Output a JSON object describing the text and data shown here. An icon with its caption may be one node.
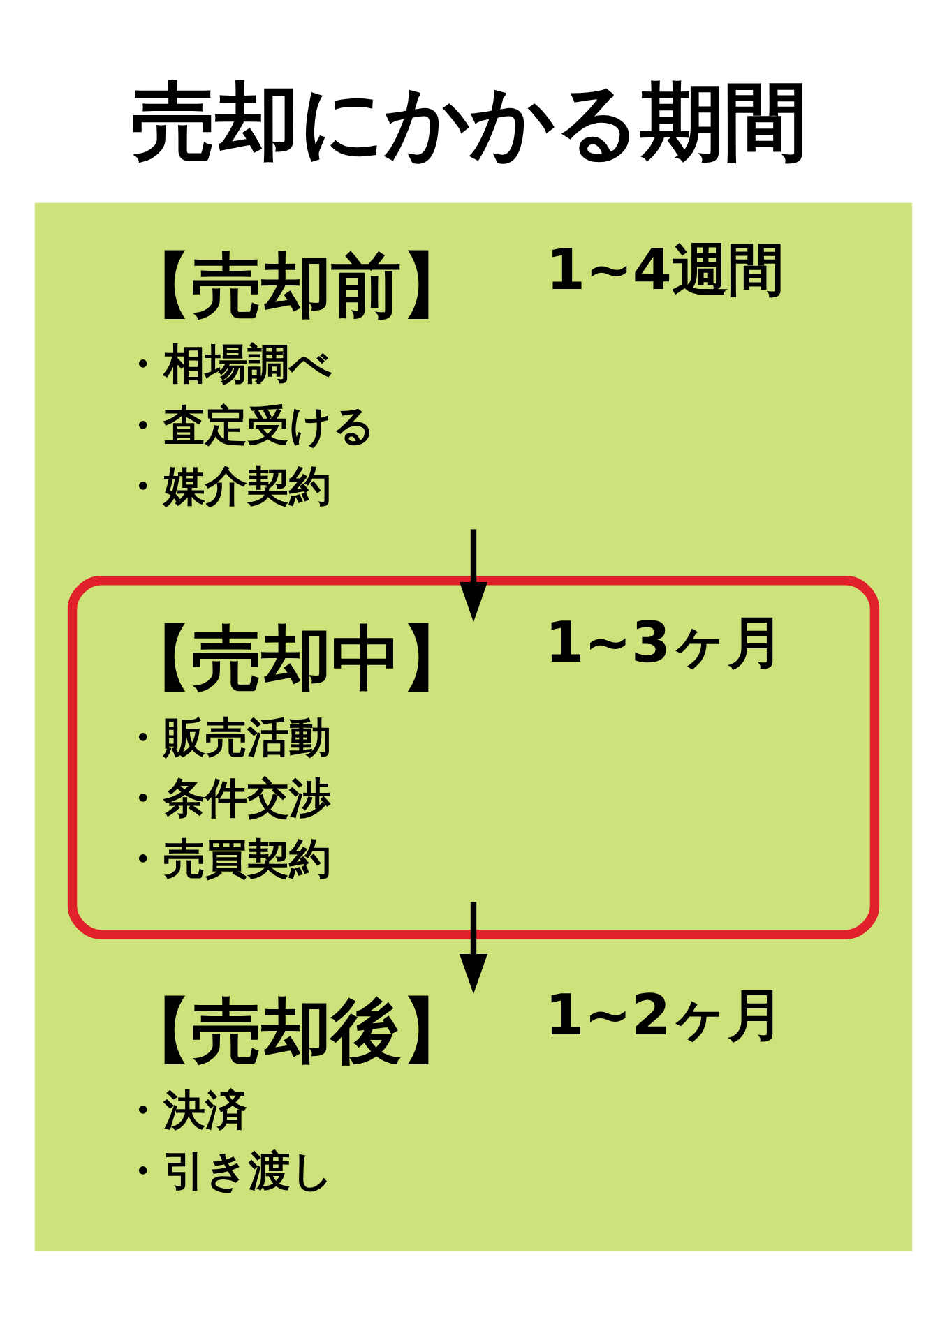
{
  "diagram": {
    "title": "売却にかかる期間",
    "nodes": [
      {
        "text": [],
        "shape": "bar"
      },
      {
        "text": [
          "【売却前】",
          "・相場調べ",
          "・査定受ける",
          "・媒介契約"
        ],
        "in": 0,
        "beside": [
          "1~4週間"
        ]
      },
      {
        "text": [],
        "shape": "box",
        "in": 0
      },
      {
        "text": [
          "【売却中】",
          "・販売活動",
          "・条件交渉",
          "・売買契約"
        ],
        "in": 2,
        "beside": [
          "1~3ヶ月"
        ]
      },
      {
        "text": [
          "【売却後】",
          "・決済",
          "・引き渡し"
        ],
        "in": 0,
        "beside": [
          "1~2ヶ月"
        ]
      }
    ],
    "edges": [
      {
        "from": 1,
        "to": 3,
        "arrow": "to"
      },
      {
        "from": 3,
        "to": 4,
        "arrow": "to"
      }
    ]
  }
}
